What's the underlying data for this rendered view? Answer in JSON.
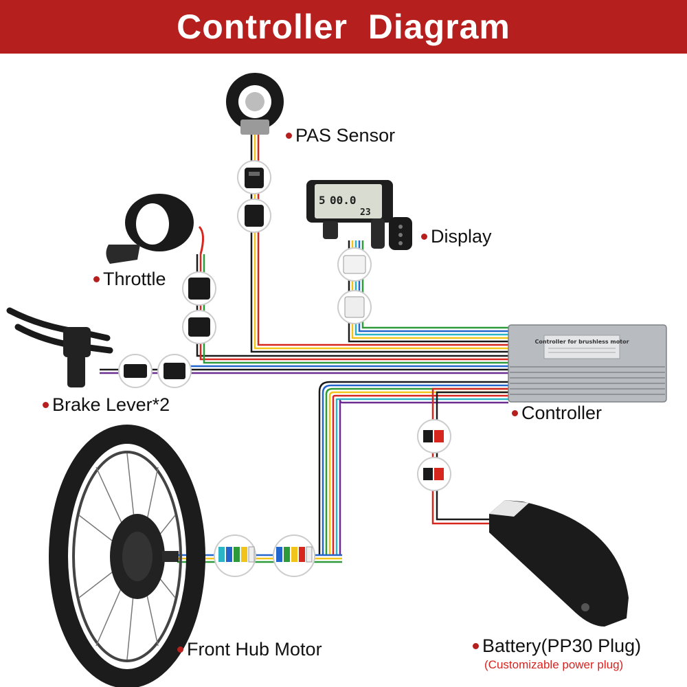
{
  "header": {
    "title": "Controller  Diagram"
  },
  "components": {
    "pas_sensor": {
      "label": "PAS Sensor"
    },
    "display": {
      "label": "Display"
    },
    "throttle": {
      "label": "Throttle"
    },
    "brake_lever": {
      "label": "Brake Lever*2"
    },
    "controller": {
      "label": "Controller",
      "plate_text": "Controller for brushless motor"
    },
    "front_hub_motor": {
      "label": "Front Hub Motor"
    },
    "battery": {
      "label": "Battery(PP30 Plug)",
      "note": "(Customizable power plug)"
    }
  },
  "display_readout": {
    "speed": "00.0",
    "number": "23",
    "assist": "5"
  },
  "colors": {
    "banner": "#b5201f",
    "accent_dot": "#b5201f",
    "note_text": "#d9231f",
    "wire_red": "#d7261e",
    "wire_black": "#1a1a1a",
    "wire_yellow": "#f2c318",
    "wire_green": "#2e9b3a",
    "wire_blue": "#2266cc",
    "wire_purple": "#6a2c91",
    "wire_cyan": "#2bb3c6"
  },
  "icons": [
    "pas-sensor-icon",
    "display-icon",
    "throttle-icon",
    "brake-lever-icon",
    "controller-icon",
    "hub-motor-wheel-icon",
    "battery-icon",
    "connector-icon"
  ]
}
